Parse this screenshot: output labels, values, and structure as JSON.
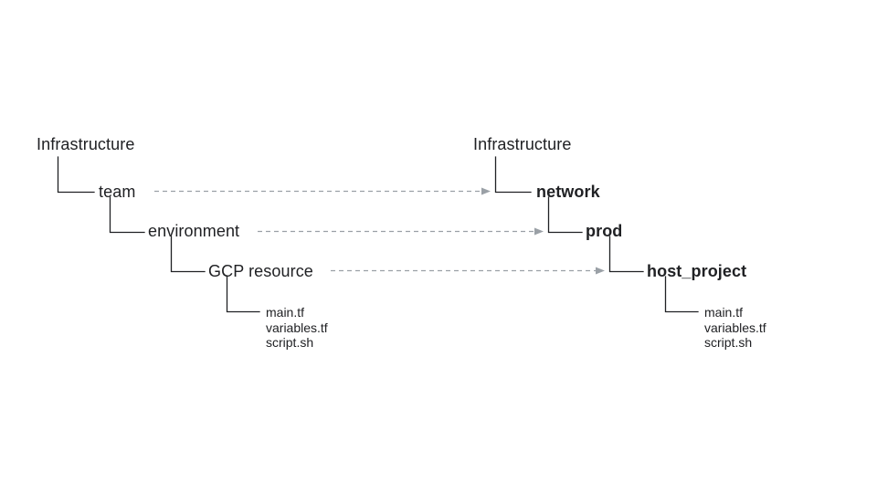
{
  "diagram": {
    "title_left": "Infrastructure",
    "title_right": "Infrastructure",
    "left_tree": {
      "root": "Infrastructure",
      "nodes": [
        {
          "label": "team",
          "depth": 1
        },
        {
          "label": "environment",
          "depth": 2
        },
        {
          "label": "GCP resource",
          "depth": 3
        }
      ],
      "files": [
        "main.tf",
        "variables.tf",
        "script.sh"
      ]
    },
    "right_tree": {
      "root": "Infrastructure",
      "nodes": [
        {
          "label": "network",
          "depth": 1
        },
        {
          "label": "prod",
          "depth": 2
        },
        {
          "label": "host_project",
          "depth": 3
        }
      ],
      "files": [
        "main.tf",
        "variables.tf",
        "script.sh"
      ]
    },
    "mappings": [
      {
        "from": "team",
        "to": "network"
      },
      {
        "from": "environment",
        "to": "prod"
      },
      {
        "from": "GCP resource",
        "to": "host_project"
      }
    ],
    "colors": {
      "text": "#202124",
      "tree_line": "#202124",
      "arrow": "#9aa0a6",
      "background": "#ffffff"
    }
  }
}
